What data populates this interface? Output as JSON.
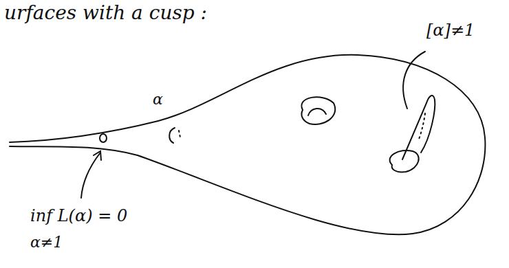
{
  "diagram": {
    "title": "urfaces with a cusp :",
    "labels": [
      "[α]≠1",
      "α",
      "inf L(α) = 0",
      "α≠1"
    ]
  }
}
